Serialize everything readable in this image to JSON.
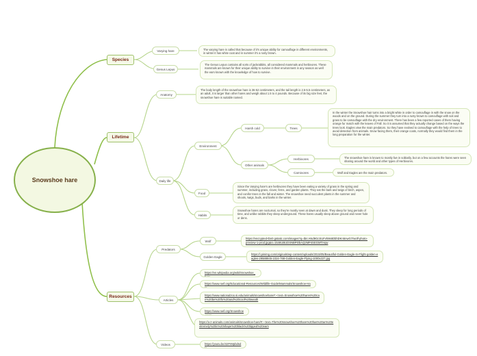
{
  "root": {
    "label": "Snowshoe hare"
  },
  "species": {
    "label": "Species",
    "varying_hare": {
      "label": "Varying hare",
      "note": "The varying hare is called that because of it's unique ability for camouflage in different environments, in winter it has white coat and in summer it's a rusty brown."
    },
    "genus_lepus": {
      "label": "Genus Lepus",
      "note": "The Genus Lepus contains all sorts of jackrabbits, all considered mammals and herbivores. These mammals are known for their unique ability to survive in their environment in any season as well the ears known with the knowledge of how to survive."
    }
  },
  "lifetime": {
    "label": "Lifetime",
    "anatomy": {
      "label": "Anatomy",
      "note": "The body length of the snowshoe hare is 36-52 centimeters, and the tail length is 2.5-5.5 centimeters, as an adult, it is larger than other hares and weigh about 1.5 to 4 pounds. Because of its big size feet, the snowshoe hare is suitable named."
    },
    "daily_life": {
      "label": "Daily life",
      "environment": {
        "label": "Environment",
        "harsh_cold": {
          "label": "Harsh cold",
          "trees": {
            "label": "Trees",
            "note": "In the winter the Snowshoe hair turns into a bright white in order to camouflage in with the snow on the woods and on the ground. During the summer they turn into a rusty brown to camouflage with soil and grass to be camouflage with the dry environment. There has been a few reported cases of them having orange fur match with the leaves of Fall. So it is assumed that they actually change based on the ways the trees look. Eagles view the main predators. So they have evolved to camouflage with the help of trees to avoid detection from animals. Snow facing them, their orange coats, normally they would find them in the long preparation for the winter."
          }
        },
        "other_animals": {
          "label": "Other animals",
          "herbivores": {
            "label": "Herbivores",
            "note": "The snowshoe hare is known to mostly live in solitarily, but on a few accounts the hares were seen sharing around the world and other types of Herbivores."
          },
          "carnivores": {
            "label": "Carnivores",
            "note": "Wolf and Eagles are the main predators."
          }
        }
      },
      "food": {
        "label": "Food",
        "note": "Since the Varying hare's are herbivores they have been eating a variety of grass in the spring and summer, including grass, clover, ferns, and garden plants. They eat the bark and twigs of birch, aspen, and conifer trees in the fall and winter. The snowshoe need succulent plants in the summer and shoots, twigs, buds, and barks in the winter."
      },
      "habits": {
        "label": "Habits",
        "note": "Snowshoe hares are nocturnal, so they're mostly seen at dawn and dusk. They sleep for long periods of time, and unlike rabbits they sleep underground. These hares usually sleep above ground and never hole or dens."
      }
    }
  },
  "resources": {
    "label": "Resources",
    "predators": {
      "label": "Predators",
      "wolf": {
        "label": "Wolf",
        "url": "https://encrypted-tbn0.gstatic.com/images?q=tbn:ANd9GcSUFvh8s8DbhDKn5nwG7/wolf-photo-preview-1-prod.jpg&s=1546UBUDSNBPi0bAQ2MP4SEGMTHqw"
      },
      "golden_eagle": {
        "label": "Golden Eagle",
        "url": "https://i.pinimg.com/originals/wp-content/uploads/2015/05/Beautiful-Golden-Eagle-In-Flight-golden-eagles-29588945-1024-768-Golden-Eagle-Flying-1000x227.jpg"
      }
    },
    "articles": {
      "label": "Articles",
      "links": [
        "https://en.wikipedia.org/wiki/Snowshoe_hare",
        "https://www.nwf.org/Educational-Resources/Wildlife-Guide/Mammals/Snowshoe-Hare",
        "https://www.nationalzoo.si.edu/animals/snowshoehare#:~:text=Snowshoe%20hares%20can%20be%20fo%20and%20cool%20weath",
        "https://www.nwf.org/Snowshoe-Hare",
        "https://a-z-animals.com/animals/snowshoe-hare/#:~:text=The%20snowshoe%20hare%20has%20an%20extremely%20in%20shape%20black%20tipped%20ears"
      ]
    },
    "videos": {
      "label": "Videos",
      "url": "https://youtu.be/42FrMpbdsdY"
    }
  }
}
